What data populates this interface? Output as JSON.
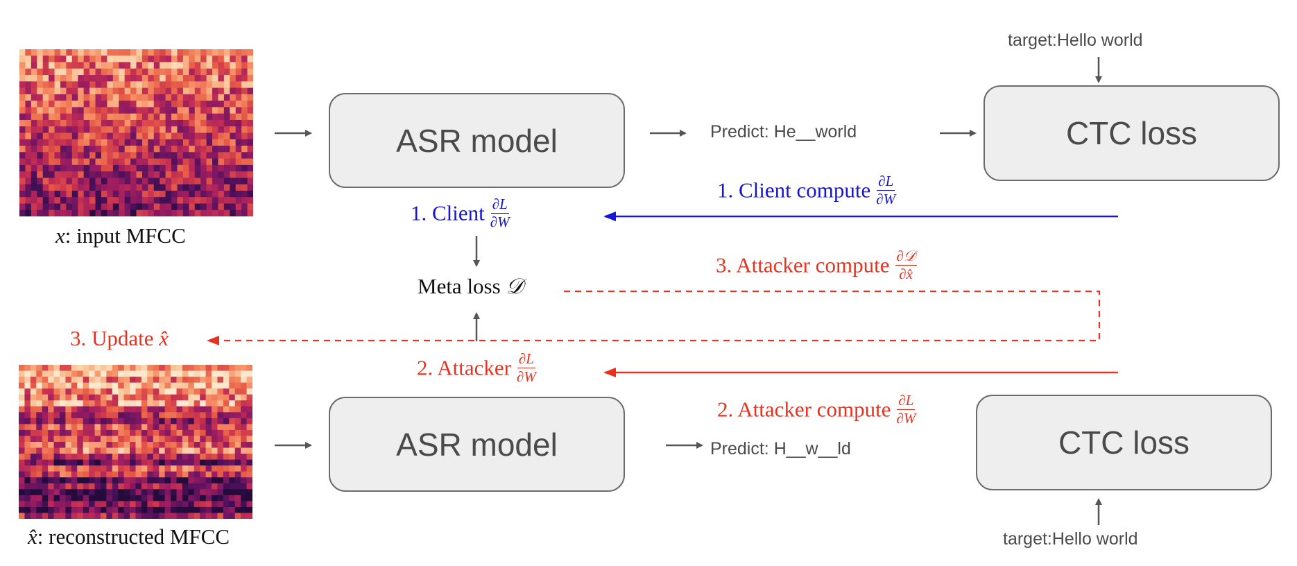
{
  "colors": {
    "client": "#1515d6",
    "attacker": "#e8321f",
    "box_fill": "#eeeeee",
    "arrow_gray": "#555555"
  },
  "top_row": {
    "input_caption_var": "x",
    "input_caption_text": ": input MFCC",
    "asr_label": "ASR model",
    "predict_text": "Predict: He__world",
    "ctc_label": "CTC loss",
    "target_text": "target:Hello world"
  },
  "bottom_row": {
    "recon_caption_var": "x̂",
    "recon_caption_text": ": reconstructed MFCC",
    "asr_label": "ASR model",
    "predict_text": "Predict: H__w__ld",
    "ctc_label": "CTC loss",
    "target_text": "target:Hello world"
  },
  "labels": {
    "client_grad": "1. Client",
    "client_compute": "1. Client compute",
    "meta_loss": "Meta loss",
    "meta_loss_symbol": "𝒟",
    "attacker_compute_meta": "3. Attacker compute",
    "update_prefix": "3. Update",
    "update_var": "x̂",
    "attacker_grad": "2. Attacker",
    "attacker_compute": "2. Attacker compute",
    "frac_dL": "∂L",
    "frac_dW": "∂W",
    "frac_dD": "∂𝒟",
    "frac_dxhat": "∂x̂"
  }
}
